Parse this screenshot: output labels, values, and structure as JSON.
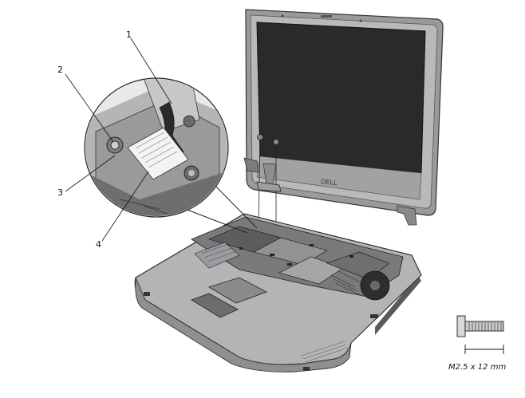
{
  "callouts": [
    {
      "id": "1",
      "label": "1"
    },
    {
      "id": "2",
      "label": "2"
    },
    {
      "id": "3",
      "label": "3"
    },
    {
      "id": "4",
      "label": "4"
    }
  ],
  "screw": {
    "caption": "M2.5 x 12 mm"
  },
  "logo": {
    "text": "DELL"
  },
  "colors": {
    "chassis": "#a9a9ab",
    "chassis_dark": "#6d6d70",
    "screen": "#2b2b2d",
    "bezel": "#8e8e91"
  }
}
